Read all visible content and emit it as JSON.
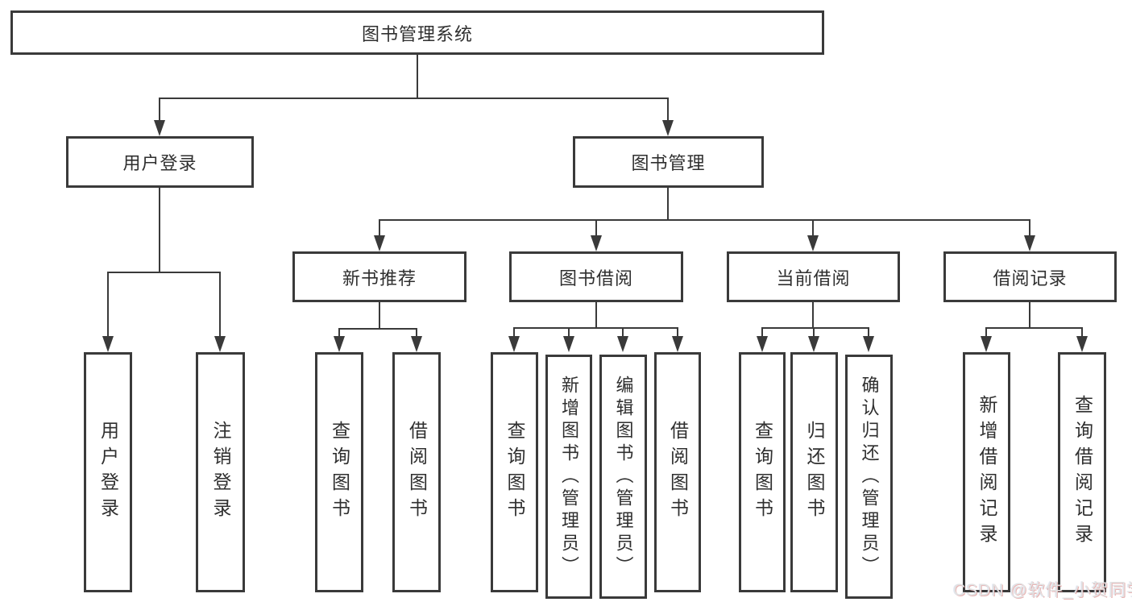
{
  "diagram": {
    "root": {
      "label": "图书管理系统"
    },
    "level2": [
      {
        "label": "用户登录"
      },
      {
        "label": "图书管理"
      }
    ],
    "level3": [
      {
        "label": "新书推荐"
      },
      {
        "label": "图书借阅"
      },
      {
        "label": "当前借阅"
      },
      {
        "label": "借阅记录"
      }
    ],
    "leaves": {
      "user_login": [
        "用户登录",
        "注销登录"
      ],
      "new_book": [
        "查询图书",
        "借阅图书"
      ],
      "borrow": [
        "查询图书",
        "新增图书（管理员）",
        "编辑图书（管理员）",
        "借阅图书"
      ],
      "current": [
        "查询图书",
        "归还图书",
        "确认归还（管理员）"
      ],
      "records": [
        "新增借阅记录",
        "查询借阅记录"
      ]
    }
  },
  "watermark": {
    "text": "CSDN @软件_小贺同学"
  },
  "colors": {
    "line": "#3a3a3a",
    "text": "#2f2f2f",
    "watermark": "#e2e2e2"
  }
}
